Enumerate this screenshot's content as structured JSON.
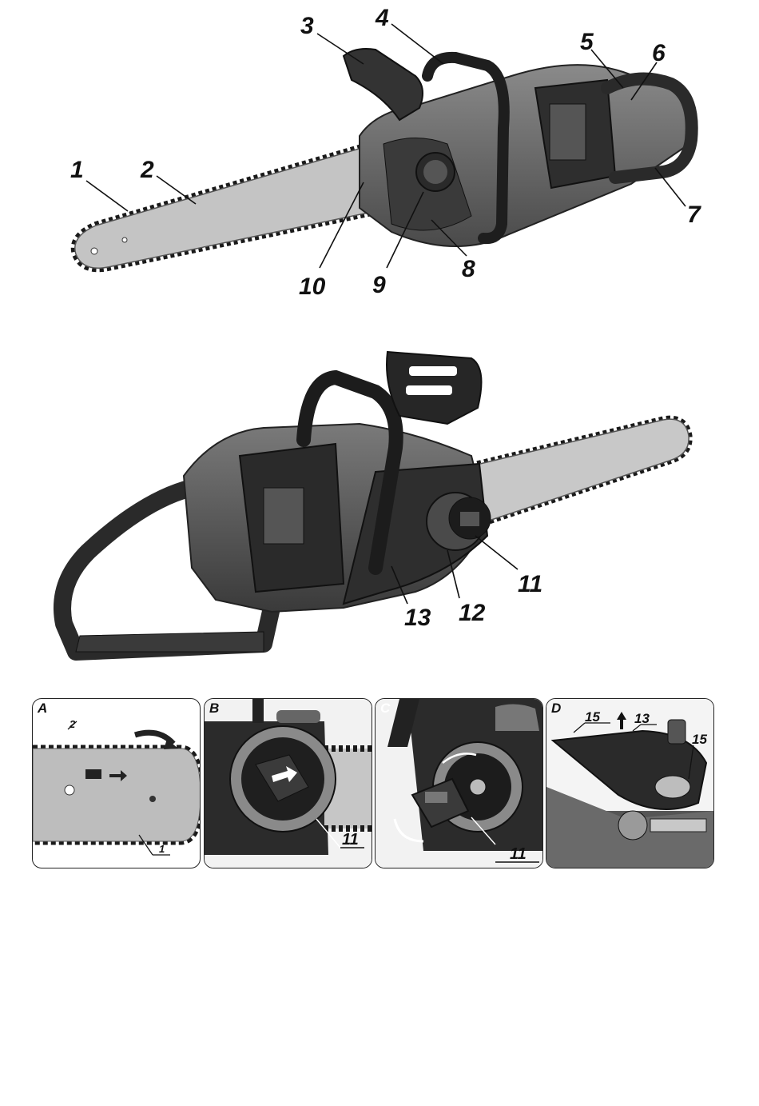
{
  "figure1": {
    "callouts": [
      "1",
      "2",
      "3",
      "4",
      "5",
      "6",
      "7",
      "8",
      "9",
      "10"
    ]
  },
  "figure2": {
    "callouts": [
      "11",
      "12",
      "13"
    ]
  },
  "panels": [
    {
      "letter": "A",
      "labels": [
        "2",
        "1"
      ]
    },
    {
      "letter": "B",
      "labels": [
        "11"
      ]
    },
    {
      "letter": "C",
      "labels": [
        "11"
      ]
    },
    {
      "letter": "D",
      "labels": [
        "15",
        "13",
        "15"
      ]
    }
  ]
}
